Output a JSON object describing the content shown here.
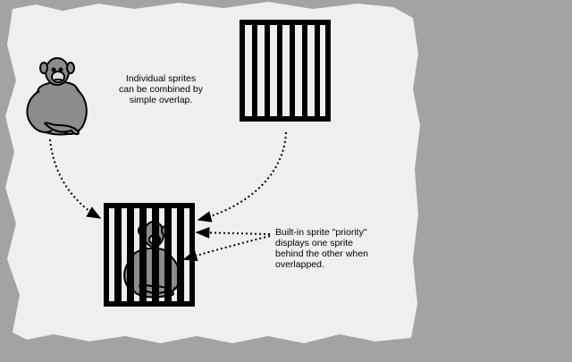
{
  "colors": {
    "background_gray": "#a3a3a3",
    "panel": "#efefef",
    "ink": "#000000",
    "monkey_fill": "#8c8c8c"
  },
  "icons": [
    "monkey-sprite",
    "cage-bars-sprite",
    "caged-monkey-sprite",
    "dotted-arrow"
  ],
  "captions": {
    "combine": {
      "lines": [
        "Individual sprites",
        "can be combined by",
        "simple overlap."
      ]
    },
    "priority": {
      "lines": [
        "Built-in sprite \"priority\"",
        "displays one sprite",
        "behind the other when",
        "overlapped."
      ]
    }
  }
}
